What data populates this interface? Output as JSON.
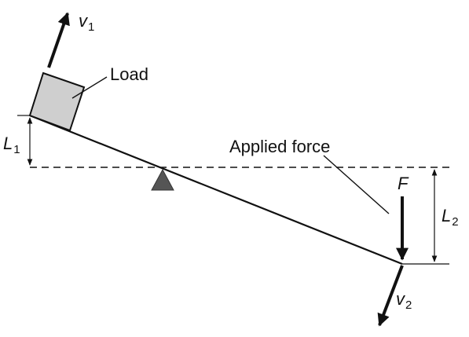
{
  "labels": {
    "v1": "v",
    "v1_sub": "1",
    "load": "Load",
    "L1": "L",
    "L1_sub": "1",
    "applied_force": "Applied force",
    "F": "F",
    "L2": "L",
    "L2_sub": "2",
    "v2": "v",
    "v2_sub": "2"
  },
  "colors": {
    "ink": "#111111",
    "load_fill": "#cfcfcf",
    "fulcrum": "#555555"
  }
}
